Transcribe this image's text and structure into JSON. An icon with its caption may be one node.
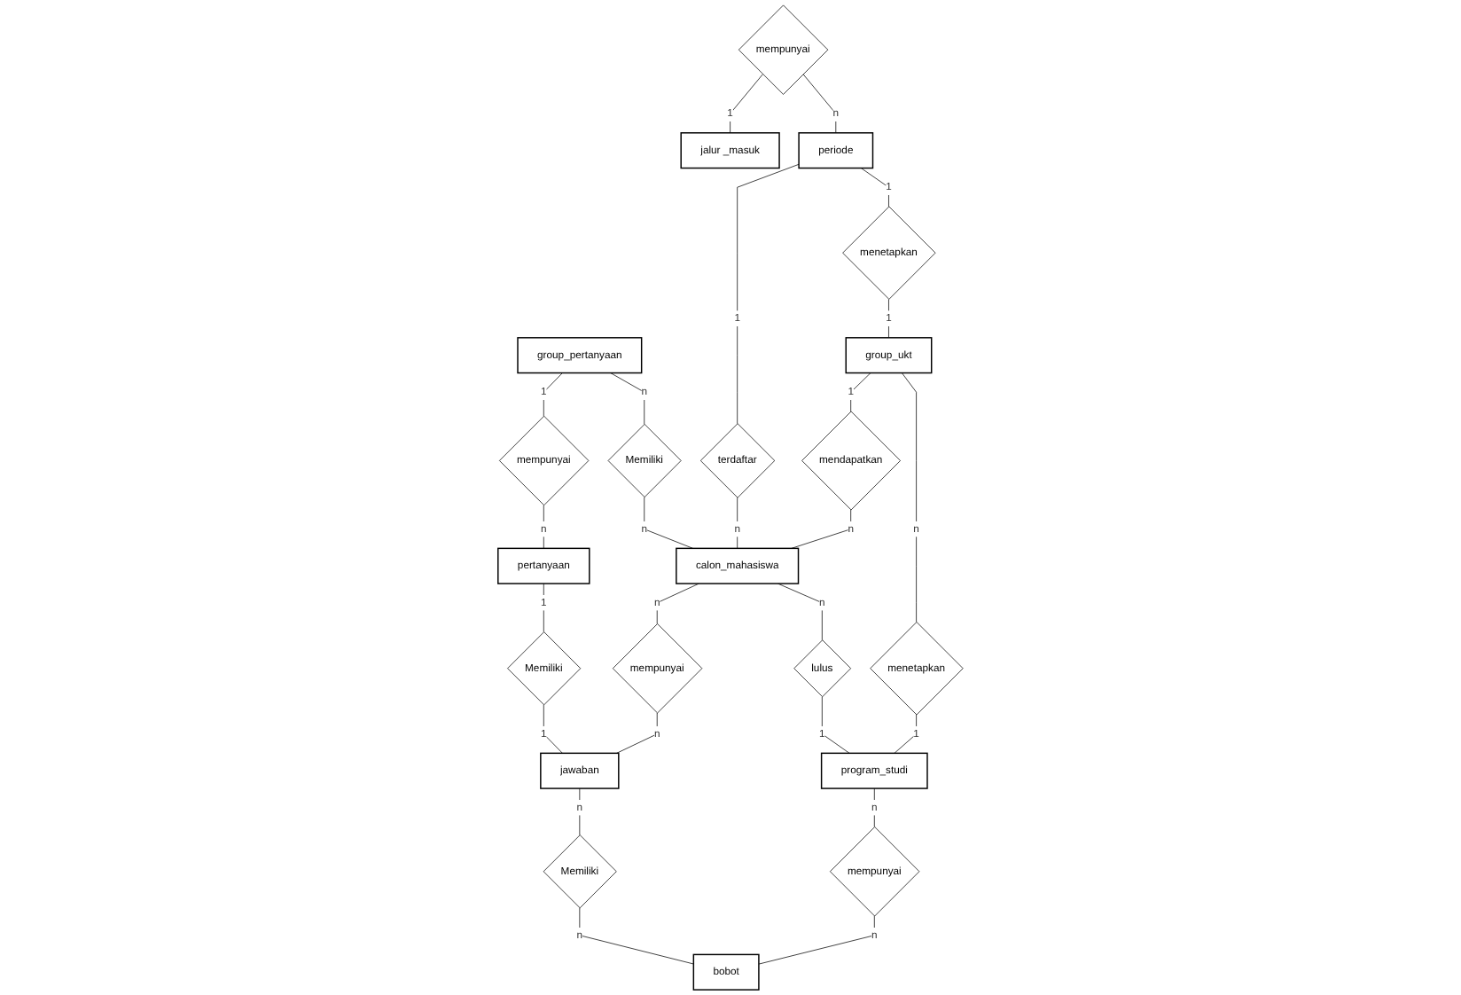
{
  "diagram": {
    "nodes": [
      {
        "text": [
          "mempunyai"
        ]
      },
      {
        "text": [
          "jalur _masuk"
        ]
      },
      {
        "text": [
          "group_pertanyaan"
        ]
      },
      {
        "text": [
          "mempunyai"
        ]
      },
      {
        "text": [
          "pertanyaan"
        ]
      },
      {
        "text": [
          "Memiliki"
        ]
      },
      {
        "text": [
          "Memiliki"
        ]
      },
      {
        "text": [
          "periode"
        ]
      },
      {
        "text": [
          "terdaftar"
        ]
      },
      {
        "text": [
          "calon_mahasiswa"
        ]
      },
      {
        "text": [
          "mempunyai"
        ]
      },
      {
        "text": [
          "jawaban"
        ]
      },
      {
        "text": [
          "menetapkan"
        ]
      },
      {
        "text": [
          "lulus"
        ]
      },
      {
        "text": [
          "Memiliki"
        ]
      },
      {
        "text": [
          "mendapatkan"
        ]
      },
      {
        "text": [
          "group_ukt"
        ]
      },
      {
        "text": [
          "menetapkan"
        ]
      },
      {
        "text": [
          "program_studi"
        ]
      },
      {
        "text": [
          "mempunyai"
        ]
      },
      {
        "text": [
          "bobot"
        ]
      }
    ],
    "edges": [
      {
        "from": 0,
        "to": 1,
        "arrow": "none",
        "label": "1"
      },
      {
        "from": 0,
        "to": 7,
        "arrow": "none",
        "label": "n"
      },
      {
        "from": 2,
        "to": 3,
        "arrow": "none",
        "label": "1"
      },
      {
        "from": 3,
        "to": 4,
        "arrow": "none",
        "label": "n"
      },
      {
        "from": 2,
        "to": 5,
        "arrow": "none",
        "label": "n"
      },
      {
        "from": 5,
        "to": 9,
        "arrow": "none",
        "label": "n"
      },
      {
        "from": 4,
        "to": 6,
        "arrow": "none",
        "label": "1"
      },
      {
        "from": 6,
        "to": 11,
        "arrow": "none",
        "label": "1"
      },
      {
        "from": 7,
        "to": 8,
        "arrow": "none",
        "label": "1"
      },
      {
        "from": 8,
        "to": 9,
        "arrow": "none",
        "label": "n"
      },
      {
        "from": 7,
        "to": 12,
        "arrow": "none",
        "label": "1"
      },
      {
        "from": 12,
        "to": 16,
        "arrow": "none",
        "label": "1"
      },
      {
        "from": 9,
        "to": 10,
        "arrow": "none",
        "label": "n"
      },
      {
        "from": 10,
        "to": 11,
        "arrow": "none",
        "label": "n"
      },
      {
        "from": 9,
        "to": 13,
        "arrow": "none",
        "label": "n"
      },
      {
        "from": 13,
        "to": 18,
        "arrow": "none",
        "label": "1"
      },
      {
        "from": 11,
        "to": 14,
        "arrow": "none",
        "label": "n"
      },
      {
        "from": 14,
        "to": 20,
        "arrow": "none",
        "label": "n"
      },
      {
        "from": 16,
        "to": 15,
        "arrow": "none",
        "label": "1"
      },
      {
        "from": 15,
        "to": 9,
        "arrow": "none",
        "label": "n"
      },
      {
        "from": 16,
        "to": 17,
        "arrow": "none",
        "label": "n"
      },
      {
        "from": 17,
        "to": 18,
        "arrow": "none",
        "label": "1"
      },
      {
        "from": 18,
        "to": 19,
        "arrow": "none",
        "label": "n"
      },
      {
        "from": 19,
        "to": 20,
        "arrow": "none",
        "label": "n"
      }
    ]
  }
}
